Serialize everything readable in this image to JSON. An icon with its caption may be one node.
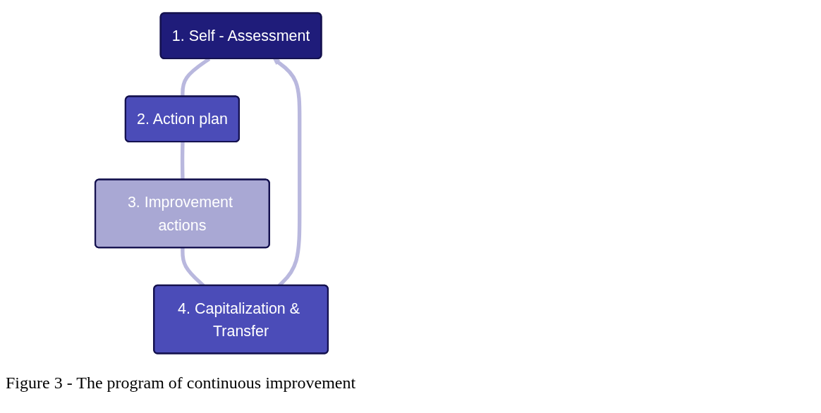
{
  "diagram": {
    "caption": "Figure 3 - The program of continuous improvement",
    "nodes": [
      {
        "text": [
          "1. Self - Assessment"
        ]
      },
      {
        "text": [
          "2. Action plan"
        ]
      },
      {
        "text": [
          "3. Improvement actions"
        ]
      },
      {
        "text": [
          "4. Capitalization & Transfer"
        ]
      }
    ],
    "edges": [
      {
        "from": 0,
        "to": 1,
        "arrow": "none"
      },
      {
        "from": 1,
        "to": 2,
        "arrow": "none"
      },
      {
        "from": 2,
        "to": 3,
        "arrow": "none"
      },
      {
        "from": 3,
        "to": 0,
        "arrow": "to"
      }
    ]
  }
}
